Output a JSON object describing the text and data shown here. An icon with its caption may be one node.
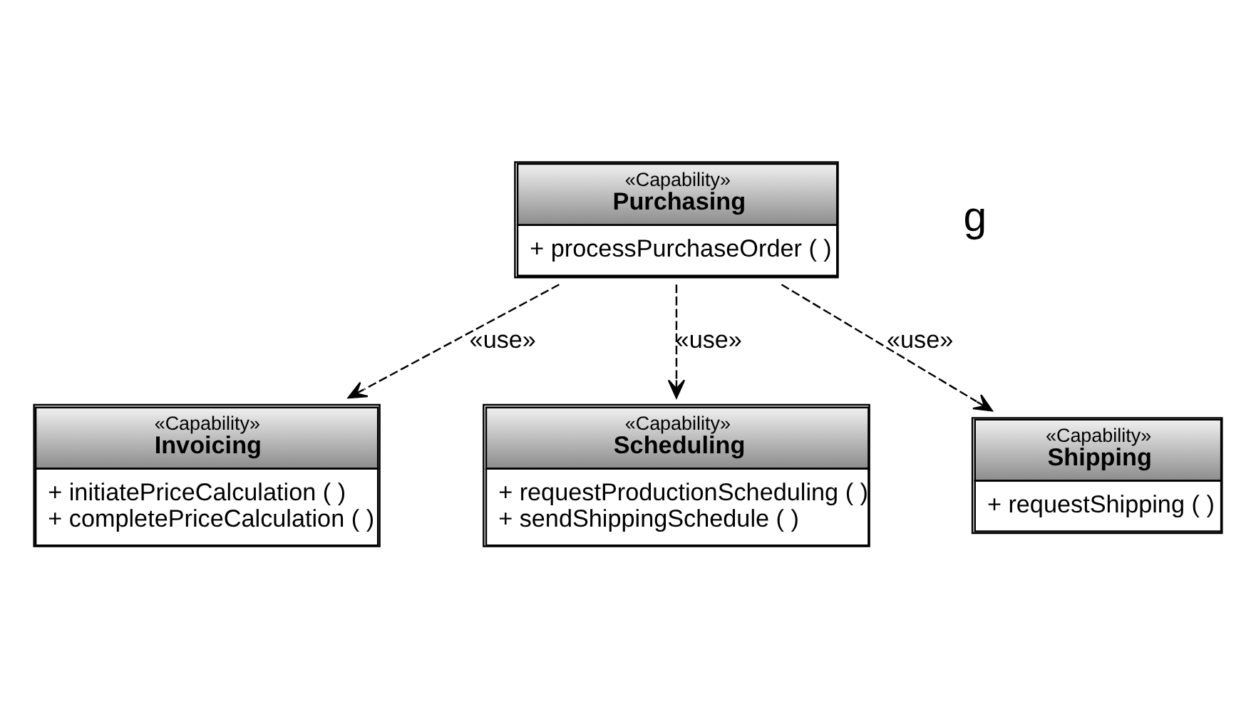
{
  "diagram": {
    "nodes": [
      {
        "text": [
          "«Capability»",
          "Purchasing",
          "+ processPurchaseOrder ( )"
        ]
      },
      {
        "text": [
          "«Capability»",
          "Invoicing",
          "+ initiatePriceCalculation ( )",
          "+ completePriceCalculation ( )"
        ]
      },
      {
        "text": [
          "«Capability»",
          "Scheduling",
          "+ requestProductionScheduling ( )",
          "+ sendShippingSchedule ( )"
        ]
      },
      {
        "text": [
          "«Capability»",
          "Shipping",
          "+ requestShipping ( )"
        ]
      }
    ],
    "edges": [
      {
        "from": 0,
        "to": 1,
        "arrow": "to",
        "label": "«use»",
        "style": "dashed"
      },
      {
        "from": 0,
        "to": 2,
        "arrow": "to",
        "label": "«use»",
        "style": "dashed"
      },
      {
        "from": 0,
        "to": 3,
        "arrow": "to",
        "label": "«use»",
        "style": "dashed"
      }
    ],
    "labels": [
      "g"
    ]
  }
}
